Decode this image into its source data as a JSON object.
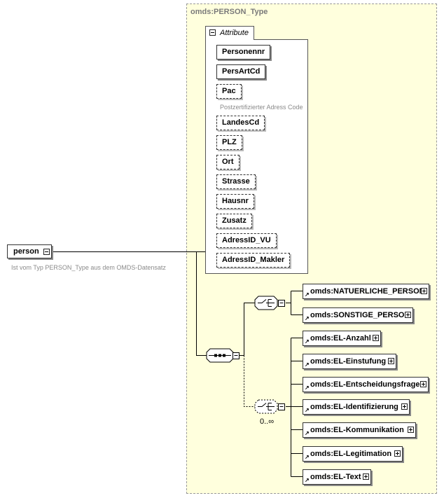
{
  "type_box": {
    "title": "omds:PERSON_Type"
  },
  "attributes": {
    "tab_label": "Attribute",
    "items": [
      {
        "label": "Personennr",
        "required": true
      },
      {
        "label": "PersArtCd",
        "required": true
      },
      {
        "label": "Pac",
        "required": false,
        "note": "Postzertifizierter Adress Code"
      },
      {
        "label": "LandesCd",
        "required": false
      },
      {
        "label": "PLZ",
        "required": false
      },
      {
        "label": "Ort",
        "required": false
      },
      {
        "label": "Strasse",
        "required": false
      },
      {
        "label": "Hausnr",
        "required": false
      },
      {
        "label": "Zusatz",
        "required": false
      },
      {
        "label": "AdressID_VU",
        "required": false
      },
      {
        "label": "AdressID_Makler",
        "required": false
      }
    ]
  },
  "root": {
    "label": "person",
    "note": "Ist vom Typ PERSON_Type aus dem OMDS-Datensatz"
  },
  "choice_one": {
    "elements": [
      "omds:NATUERLICHE_PERSON",
      "omds:SONSTIGE_PERSON"
    ]
  },
  "choice_two": {
    "occurrence": "0..∞",
    "elements": [
      "omds:EL-Anzahl",
      "omds:EL-Einstufung",
      "omds:EL-Entscheidungsfrage",
      "omds:EL-Identifizierung",
      "omds:EL-Kommunikation",
      "omds:EL-Legitimation",
      "omds:EL-Text"
    ]
  },
  "colors": {
    "type_bg": "#ffffdd",
    "border": "#333333",
    "note": "#8a8a8a"
  }
}
